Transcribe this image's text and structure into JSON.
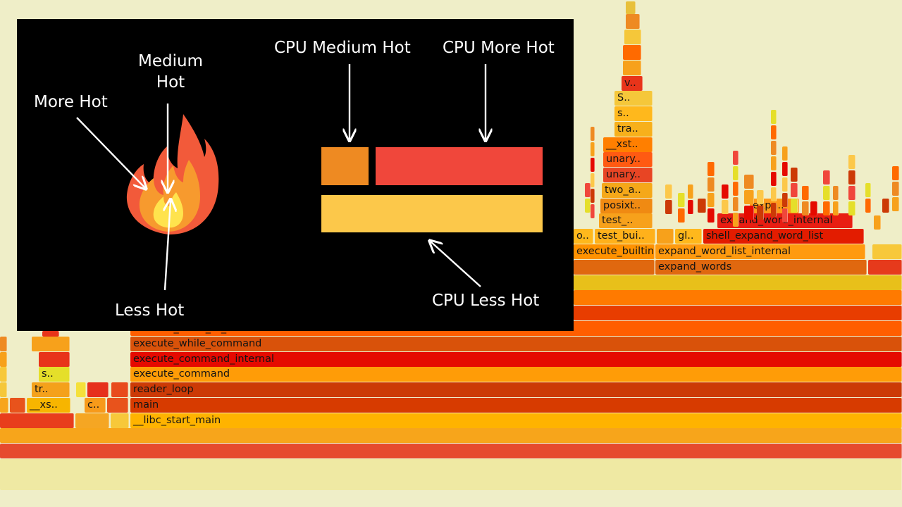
{
  "overlay": {
    "legend": {
      "more_hot": "More Hot",
      "medium_hot_line1": "Medium",
      "medium_hot_line2": "Hot",
      "less_hot": "Less Hot",
      "cpu_medium_hot": "CPU Medium Hot",
      "cpu_more_hot": "CPU More Hot",
      "cpu_less_hot": "CPU Less Hot"
    },
    "icon": "flame-icon",
    "colors": {
      "background": "#000000",
      "more_hot": "#f0473b",
      "medium_hot": "#ee8a22",
      "less_hot": "#fcc84a",
      "flame_outer": "#f25a3a",
      "flame_middle": "#f79a2e",
      "flame_inner": "#ffe34d"
    }
  },
  "flamegraph": {
    "palette": [
      "#f0473b",
      "#ee8a22",
      "#fcc84a",
      "#e5df2a",
      "#f7a11b",
      "#cc3a06",
      "#ff6a00",
      "#e50a00"
    ],
    "frames": [
      {
        "label": "__libc_start_main",
        "color": "#ffb300"
      },
      {
        "label": "main",
        "color": "#d73b00"
      },
      {
        "label": "reader_loop",
        "color": "#cc3a06"
      },
      {
        "label": "execute_command",
        "color": "#ff9c07"
      },
      {
        "label": "execute_command_internal",
        "color": "#e50a00"
      },
      {
        "label": "execute_while_command",
        "color": "#d9520a"
      },
      {
        "label": "execute_while_or_until",
        "color": "#ff5e00"
      },
      {
        "label": "expand_words",
        "color": "#e0680f"
      },
      {
        "label": "expand_word_list_internal",
        "color": "#ff9a0f"
      },
      {
        "label": "execute_builtin",
        "color": "#ff9200"
      },
      {
        "label": "shell_expand_word_list",
        "color": "#e31c00"
      },
      {
        "label": "expand_word_internal",
        "color": "#e81e12"
      },
      {
        "label": "expa..",
        "color": "#ff9a1a"
      },
      {
        "label": "test_bui..",
        "color": "#ffb11b"
      },
      {
        "label": "test_..",
        "color": "#f7a11b"
      },
      {
        "label": "posixt..",
        "color": "#f08a12"
      },
      {
        "label": "two_a..",
        "color": "#f5a819"
      },
      {
        "label": "unary..",
        "color": "#e84524"
      },
      {
        "label": "unary..",
        "color": "#ff5a12"
      },
      {
        "label": "__xst..",
        "color": "#ff7f00"
      },
      {
        "label": "tra..",
        "color": "#f7b01b"
      },
      {
        "label": "s..",
        "color": "#ffb81c"
      },
      {
        "label": "S..",
        "color": "#f5c73a"
      },
      {
        "label": "v..",
        "color": "#e8341a"
      },
      {
        "label": "gl..",
        "color": "#ffb81c"
      },
      {
        "label": "o..",
        "color": "#ffb81c"
      },
      {
        "label": "s..",
        "color": "#e5df2a"
      },
      {
        "label": "tr..",
        "color": "#f4a11b"
      },
      {
        "label": "__xs..",
        "color": "#f7b500"
      },
      {
        "label": "c..",
        "color": "#f79a1a"
      }
    ]
  }
}
